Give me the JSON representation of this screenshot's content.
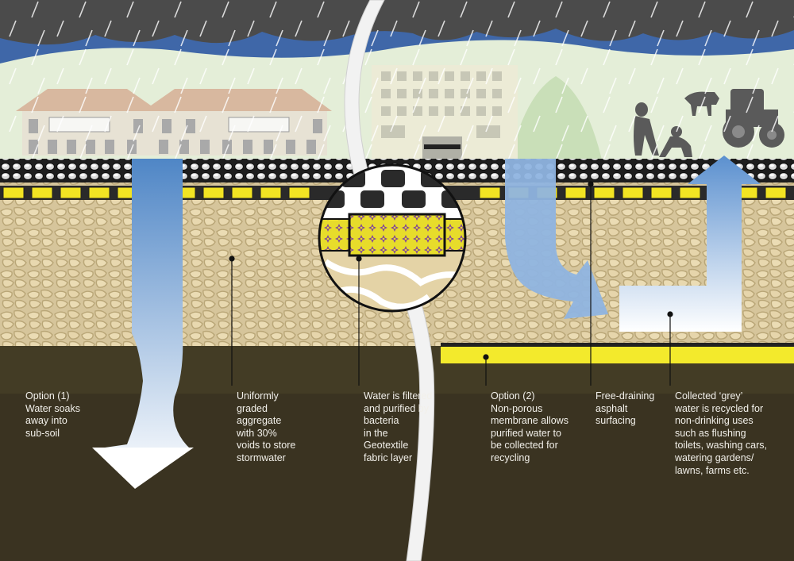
{
  "labels": {
    "option1": "Option (1)\nWater soaks\naway into\nsub-soil",
    "aggregate": "Uniformly\ngraded\naggregate\nwith 30%\nvoids to store\nstormwater",
    "filtered": "Water is filtered\nand purified by\nbacteria\nin the\nGeotextile\nfabric layer",
    "option2": "Option (2)\nNon-porous\nmembrane allows\npurified water to\nbe collected for\nrecycling",
    "asphalt": "Free-draining\nasphalt\nsurfacing",
    "greywater": "Collected ‘grey’\nwater is recycled for\nnon-drinking uses\nsuch as flushing\ntoilets, washing cars,\nwatering gardens/\nlawns, farms etc."
  },
  "colors": {
    "sky": "#3f67a8",
    "cloud": "#4d4d4d",
    "hills": "#e5efd9",
    "aggregate": "#d9c9a0",
    "subsoil": "#3a3321",
    "geotextile": "#f2e423",
    "water_arrow": "#6e9fd4"
  }
}
